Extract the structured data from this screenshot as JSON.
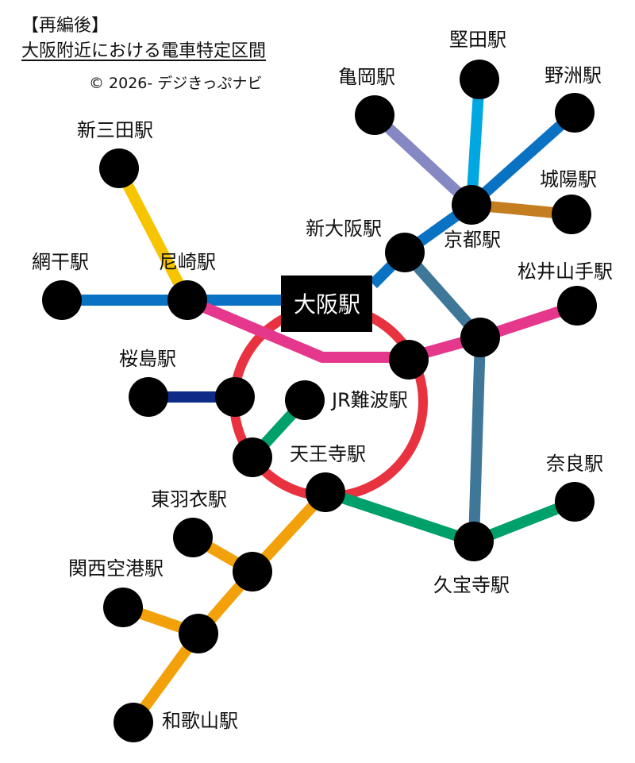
{
  "header": {
    "tag": "【再編後】",
    "title": "大阪附近における電車特定区間",
    "copyright": "© 2026- デジきっぷナビ"
  },
  "hub": {
    "label": "大阪駅"
  },
  "stations": {
    "sanda": "新三田駅",
    "amagasaki": "尼崎駅",
    "aboshi": "網干駅",
    "sakurajima": "桜島駅",
    "jrnamba": "JR難波駅",
    "tennoji": "天王寺駅",
    "higashihagoromo": "東羽衣駅",
    "kanku": "関西空港駅",
    "wakayama": "和歌山駅",
    "shinosaka": "新大阪駅",
    "kyoto": "京都駅",
    "kameoka": "亀岡駅",
    "katata": "堅田駅",
    "yasu": "野洲駅",
    "joyo": "城陽駅",
    "matsuiyamate": "松井山手駅",
    "nara": "奈良駅",
    "kyuhoji": "久宝寺駅"
  },
  "line_colors": {
    "loop": "#e8323f",
    "takarazuka": "#f7c500",
    "kobe": "#0a72c2",
    "gakkentoshi": "#e5388c",
    "yumesaki": "#0c2c88",
    "yamatoji": "#00a06a",
    "hanwa": "#f3a10a",
    "sagano": "#8688c3",
    "kosei": "#00a7e1",
    "nara_line": "#c47d1f",
    "osakahigashi": "#3f7799"
  }
}
